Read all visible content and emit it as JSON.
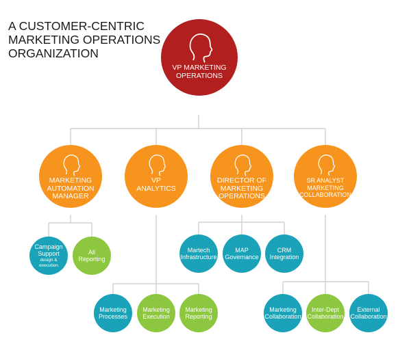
{
  "title": {
    "line1": "A CUSTOMER-CENTRIC",
    "line2": "MARKETING OPERATIONS",
    "line3": "ORGANIZATION"
  },
  "colors": {
    "root": "#b21f1f",
    "manager": "#f7941d",
    "blue": "#1aa3b8",
    "green": "#8dc63f",
    "line": "#c8c8c8"
  },
  "root": {
    "line1": "VP MARKETING",
    "line2": "OPERATIONS"
  },
  "managers": [
    {
      "lines": [
        "MARKETING",
        "AUTOMATION",
        "MANAGER"
      ]
    },
    {
      "lines": [
        "VP",
        "ANALYTICS"
      ]
    },
    {
      "lines": [
        "DIRECTOR OF",
        "MARKETING",
        "OPERATIONS"
      ]
    },
    {
      "lines": [
        "SR ANALYST",
        "MARKETING",
        "COLLABORATION"
      ]
    }
  ],
  "leaves": {
    "campaign_support": {
      "line1": "Campaign",
      "line2": "Support",
      "note1": "design &",
      "note2": "execution"
    },
    "all_reporting": {
      "line1": "All",
      "line2": "Reporting"
    },
    "martech": {
      "line1": "Martech",
      "line2": "Infrastructure"
    },
    "map_governance": {
      "line1": "MAP",
      "line2": "Governance"
    },
    "crm_integration": {
      "line1": "CRM",
      "line2": "Integration"
    },
    "marketing_processes": {
      "line1": "Marketing",
      "line2": "Processes"
    },
    "marketing_execution": {
      "line1": "Marketing",
      "line2": "Execution"
    },
    "marketing_reporting": {
      "line1": "Marketing",
      "line2": "Reporting"
    },
    "marketing_collaboration": {
      "line1": "Marketing",
      "line2": "Collaboration"
    },
    "inter_dept_collaboration": {
      "line1": "Inter-Dept",
      "line2": "Collaboration"
    },
    "external_collaboration": {
      "line1": "External",
      "line2": "Collaboration"
    }
  }
}
